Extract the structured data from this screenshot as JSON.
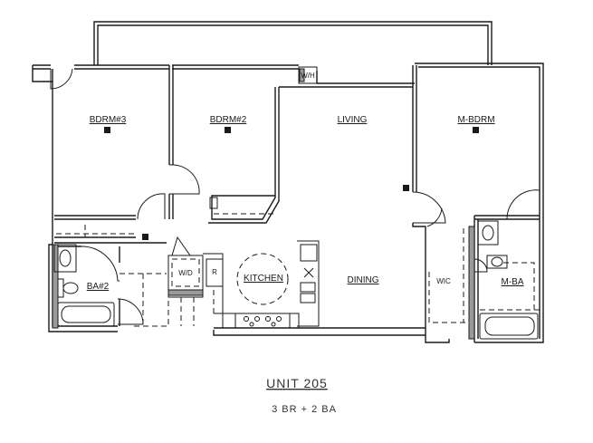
{
  "rooms": {
    "bdrm3": "BDRM#3",
    "bdrm2": "BDRM#2",
    "living": "LIVING",
    "mbdrm": "M-BDRM",
    "ba2": "BA#2",
    "kitchen": "KITCHEN",
    "dining": "DINING",
    "wic": "WIC",
    "mba": "M-BA",
    "wh": "W/H",
    "wd": "W/D",
    "fridge": "R"
  },
  "unit": {
    "title": "UNIT  205",
    "subtitle": "3 BR  +  2 BA"
  }
}
